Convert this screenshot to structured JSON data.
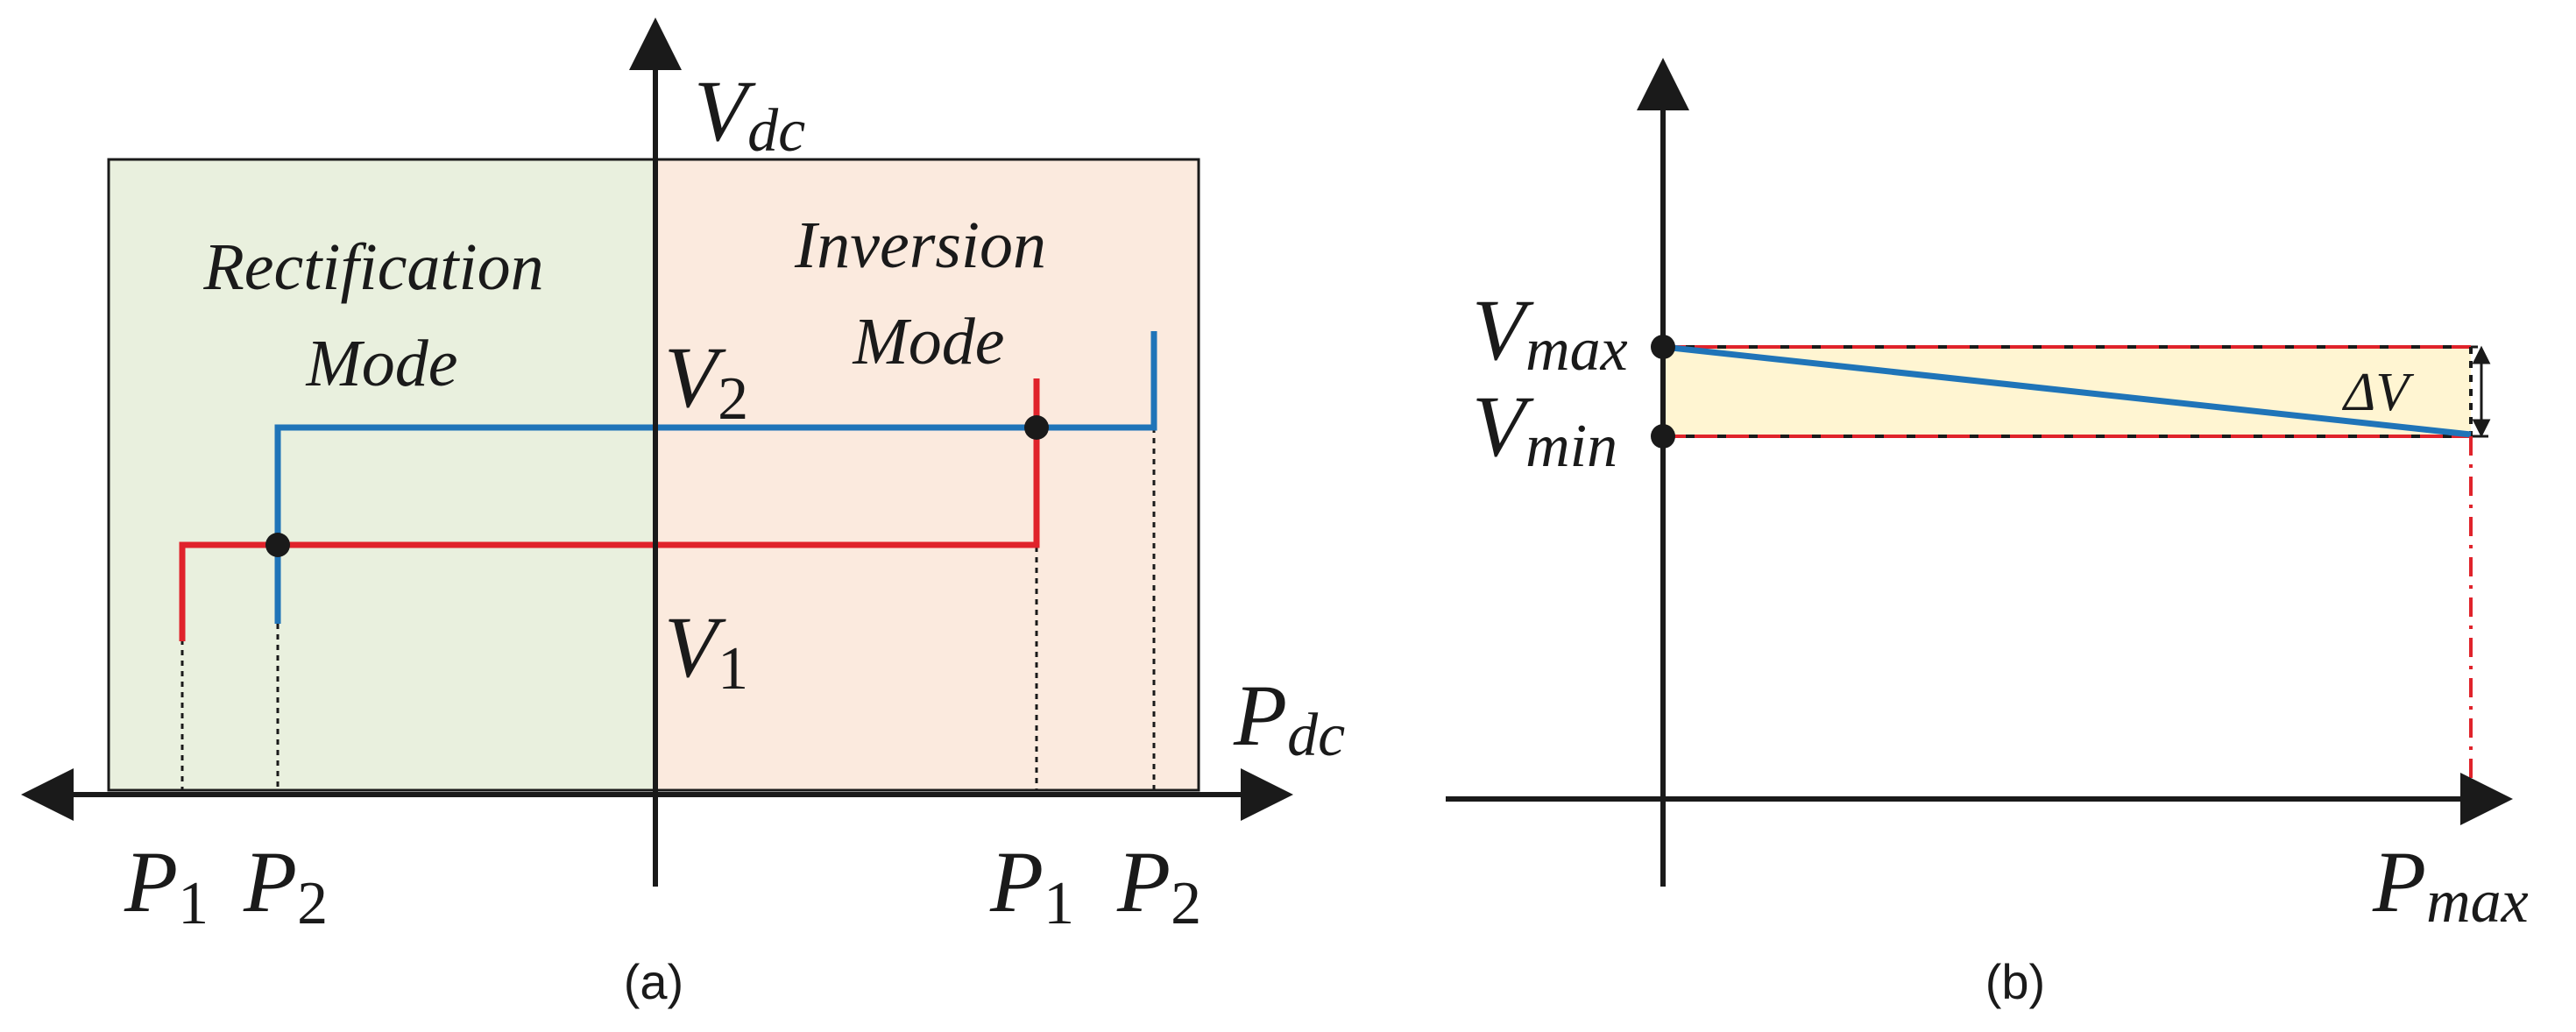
{
  "colors": {
    "rectification_region": "#e9f0de",
    "inversion_region": "#fbeade",
    "band_fill": "#fff5d2",
    "red_line": "#e0232b",
    "blue_line": "#1f74b8",
    "axis": "#1a1a1a"
  },
  "panel_a": {
    "caption": "(a)",
    "y_axis_label": {
      "main": "V",
      "sub": "dc"
    },
    "x_axis_label": {
      "main": "P",
      "sub": "dc"
    },
    "rectification_label": [
      "Rectification",
      "Mode"
    ],
    "inversion_label": [
      "Inversion",
      "Mode"
    ],
    "v2_label": {
      "main": "V",
      "sub": "2"
    },
    "v1_label": {
      "main": "V",
      "sub": "1"
    },
    "left_p1": {
      "main": "P",
      "sub": "1"
    },
    "left_p2": {
      "main": "P",
      "sub": "2"
    },
    "right_p1": {
      "main": "P",
      "sub": "1"
    },
    "right_p2": {
      "main": "P",
      "sub": "2"
    }
  },
  "panel_b": {
    "caption": "(b)",
    "vmax_label": {
      "main": "V",
      "sub": "max"
    },
    "vmin_label": {
      "main": "V",
      "sub": "min"
    },
    "delta_v_label": "ΔV",
    "pmax_label": {
      "main": "P",
      "sub": "max"
    }
  }
}
